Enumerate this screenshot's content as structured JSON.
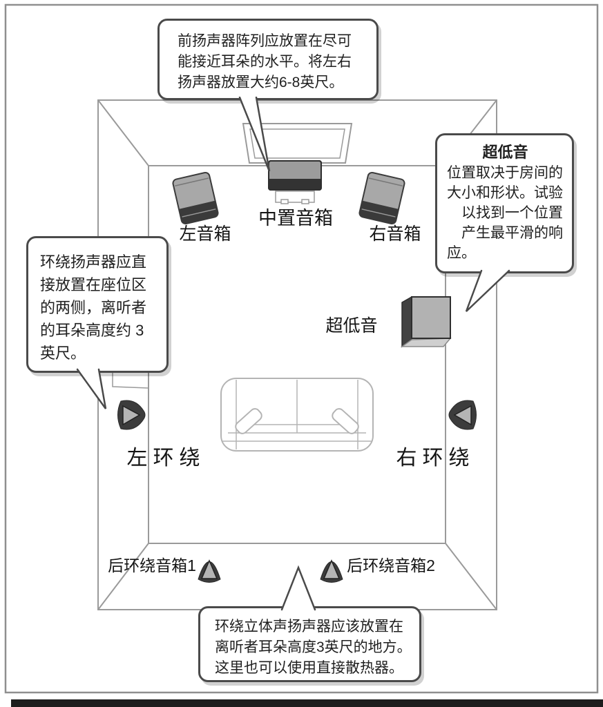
{
  "diagram": {
    "title_hint": "home-theater-speaker-placement",
    "callouts": {
      "front": {
        "lines": [
          "前扬声器阵列应放置在尽可",
          "能接近耳朵的水平。将左右",
          "扬声器放置大约6-8英尺。"
        ]
      },
      "subwoofer": {
        "title": "超低音",
        "lines": [
          "位置取决于房间的",
          "大小和形状。试验",
          "　以找到一个位置",
          "　产生最平滑的响",
          "应。"
        ]
      },
      "surround": {
        "lines": [
          "环绕扬声器应直",
          "接放置在座位区",
          "的两侧，离听者",
          "的耳朵高度约 3",
          "英尺。"
        ]
      },
      "rear": {
        "lines": [
          "环绕立体声扬声器应该放置在",
          "离听者耳朵高度3英尺的地方。",
          "这里也可以使用直接散热器。"
        ]
      }
    },
    "labels": {
      "center": "中置音箱",
      "front_left": "左音箱",
      "front_right": "右音箱",
      "subwoofer": "超低音",
      "surround_left": "左环绕",
      "surround_right": "右环绕",
      "rear_left": "后环绕音箱1",
      "rear_right": "后环绕音箱2"
    },
    "icons": [
      "tv-icon",
      "center-speaker-icon",
      "front-left-speaker-icon",
      "front-right-speaker-icon",
      "subwoofer-icon",
      "surround-left-cone-icon",
      "surround-right-cone-icon",
      "rear-left-cone-icon",
      "rear-right-cone-icon",
      "sofa-icon"
    ],
    "colors": {
      "background": "#ffffff",
      "room_line": "#9a9a9a",
      "sofa_line": "#b4b4b4",
      "callout_border": "#4a4a4a",
      "speaker_light": "#a8a8a8",
      "speaker_dark": "#3a3a3a",
      "text": "#1f1f1f",
      "bottom_bar": "#1d1d1d"
    }
  }
}
